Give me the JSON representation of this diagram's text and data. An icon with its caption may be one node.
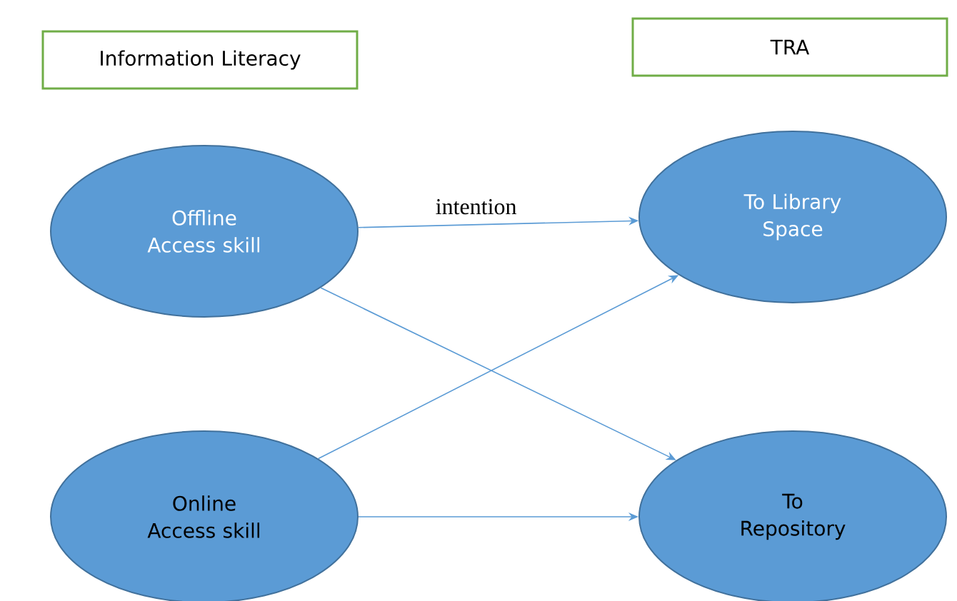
{
  "diagram": {
    "nodes": [
      {
        "text": [
          "Information Literacy"
        ]
      },
      {
        "text": [
          "TRA"
        ]
      },
      {
        "text": [
          "Offline Access skill"
        ]
      },
      {
        "text": [
          "To Library Space"
        ]
      },
      {
        "text": [
          "Online Access skill"
        ]
      },
      {
        "text": [
          "To Repository"
        ]
      }
    ],
    "edges": [
      {
        "from": 2,
        "to": 3,
        "arrow": "to",
        "label": "intention"
      },
      {
        "from": 2,
        "to": 5,
        "arrow": "to"
      },
      {
        "from": 4,
        "to": 3,
        "arrow": "to"
      },
      {
        "from": 4,
        "to": 5,
        "arrow": "to"
      }
    ]
  }
}
